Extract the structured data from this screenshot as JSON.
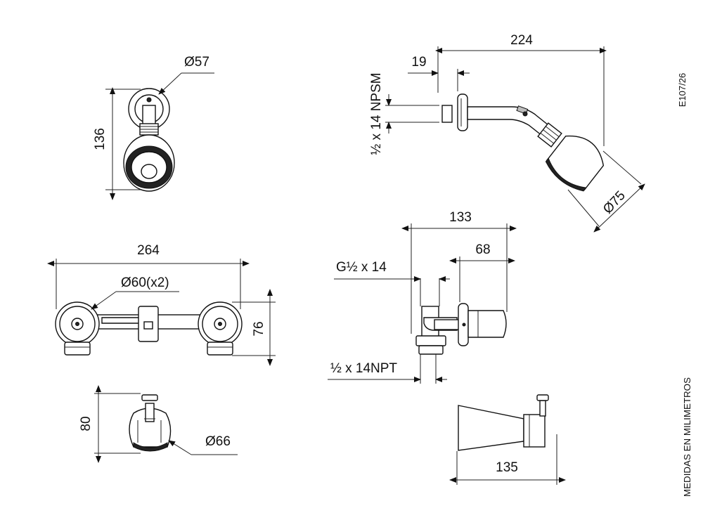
{
  "dimensions": {
    "showerhead_front_diameter": "Ø57",
    "showerhead_front_height": "136",
    "shower_arm_length": "224",
    "shower_arm_flange": "19",
    "shower_thread": "½ x 14 NPSM",
    "showerhead_side_diameter": "Ø75",
    "valve_width": "264",
    "valve_handle_diameter": "Ø60(x2)",
    "valve_height": "76",
    "valve_side_depth": "133",
    "valve_side_handle": "68",
    "valve_side_thread_top": "G½ x 14",
    "valve_side_thread_bottom": "½ x 14NPT",
    "spout_front_height": "80",
    "spout_front_diameter": "Ø66",
    "spout_side_length": "135"
  },
  "side_labels": {
    "code": "E107/26",
    "units_note": "MEDIDAS EN MILIMETROS"
  },
  "colors": {
    "line": "#222222",
    "fill_grey": "#bdbdbd",
    "background": "#ffffff"
  }
}
